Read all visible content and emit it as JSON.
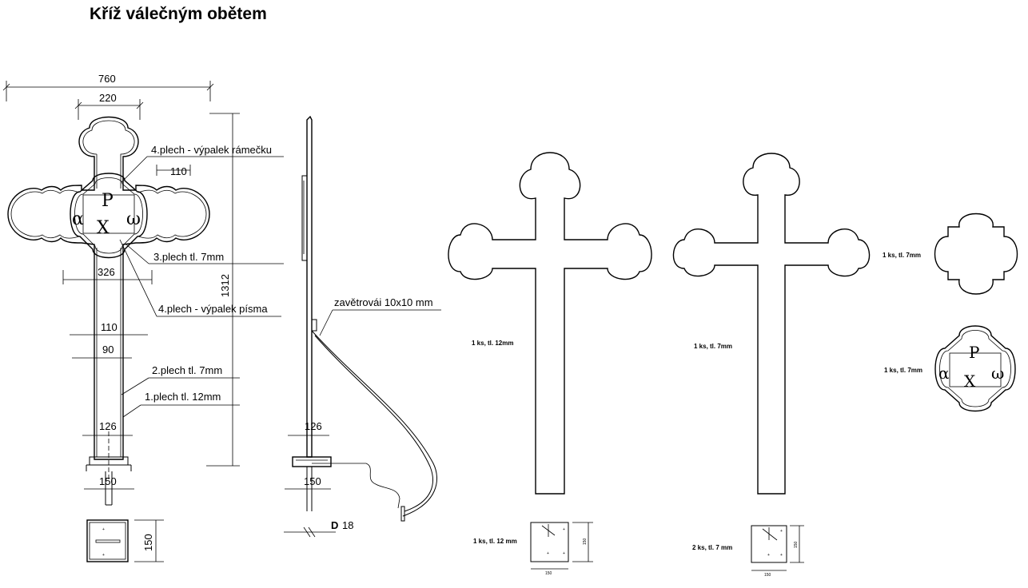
{
  "title": "Kříž válečným obětem",
  "dimensions": {
    "overall_width": "760",
    "top_arm_width": "220",
    "frame_width": "110",
    "arm_span": "326",
    "shaft_outer": "110",
    "shaft_inner": "90",
    "base_width": "126",
    "foot_width": "150",
    "height": "1312",
    "side_base_width": "126",
    "side_foot_width": "150",
    "rod_diameter_symbol": "D",
    "rod_diameter": "18",
    "plate_side": "150",
    "plate_small_a": "150",
    "plate_small_b": "150",
    "plate_small_c": "150",
    "plate_small_d": "150"
  },
  "labels": {
    "plate4_frame": "4.plech - výpalek rámečku",
    "plate3": "3.plech tl. 7mm",
    "plate4_letters": "4.plech - výpalek písma",
    "plate2": "2.plech tl. 7mm",
    "plate1": "1.plech tl. 12mm",
    "brace": "zavětrovái 10x10 mm"
  },
  "symbols": {
    "alpha": "α",
    "omega": "ω",
    "rho": "P",
    "chi": "X"
  },
  "parts": {
    "cross_12": "1 ks, tl. 12mm",
    "cross_7": "1 ks, tl. 7mm",
    "frame_7": "1 ks, tl. 7mm",
    "letters_7": "1 ks, tl. 7mm",
    "plate_12": "1 ks, tl. 12 mm",
    "plate_7": "2 ks, tl. 7 mm"
  }
}
